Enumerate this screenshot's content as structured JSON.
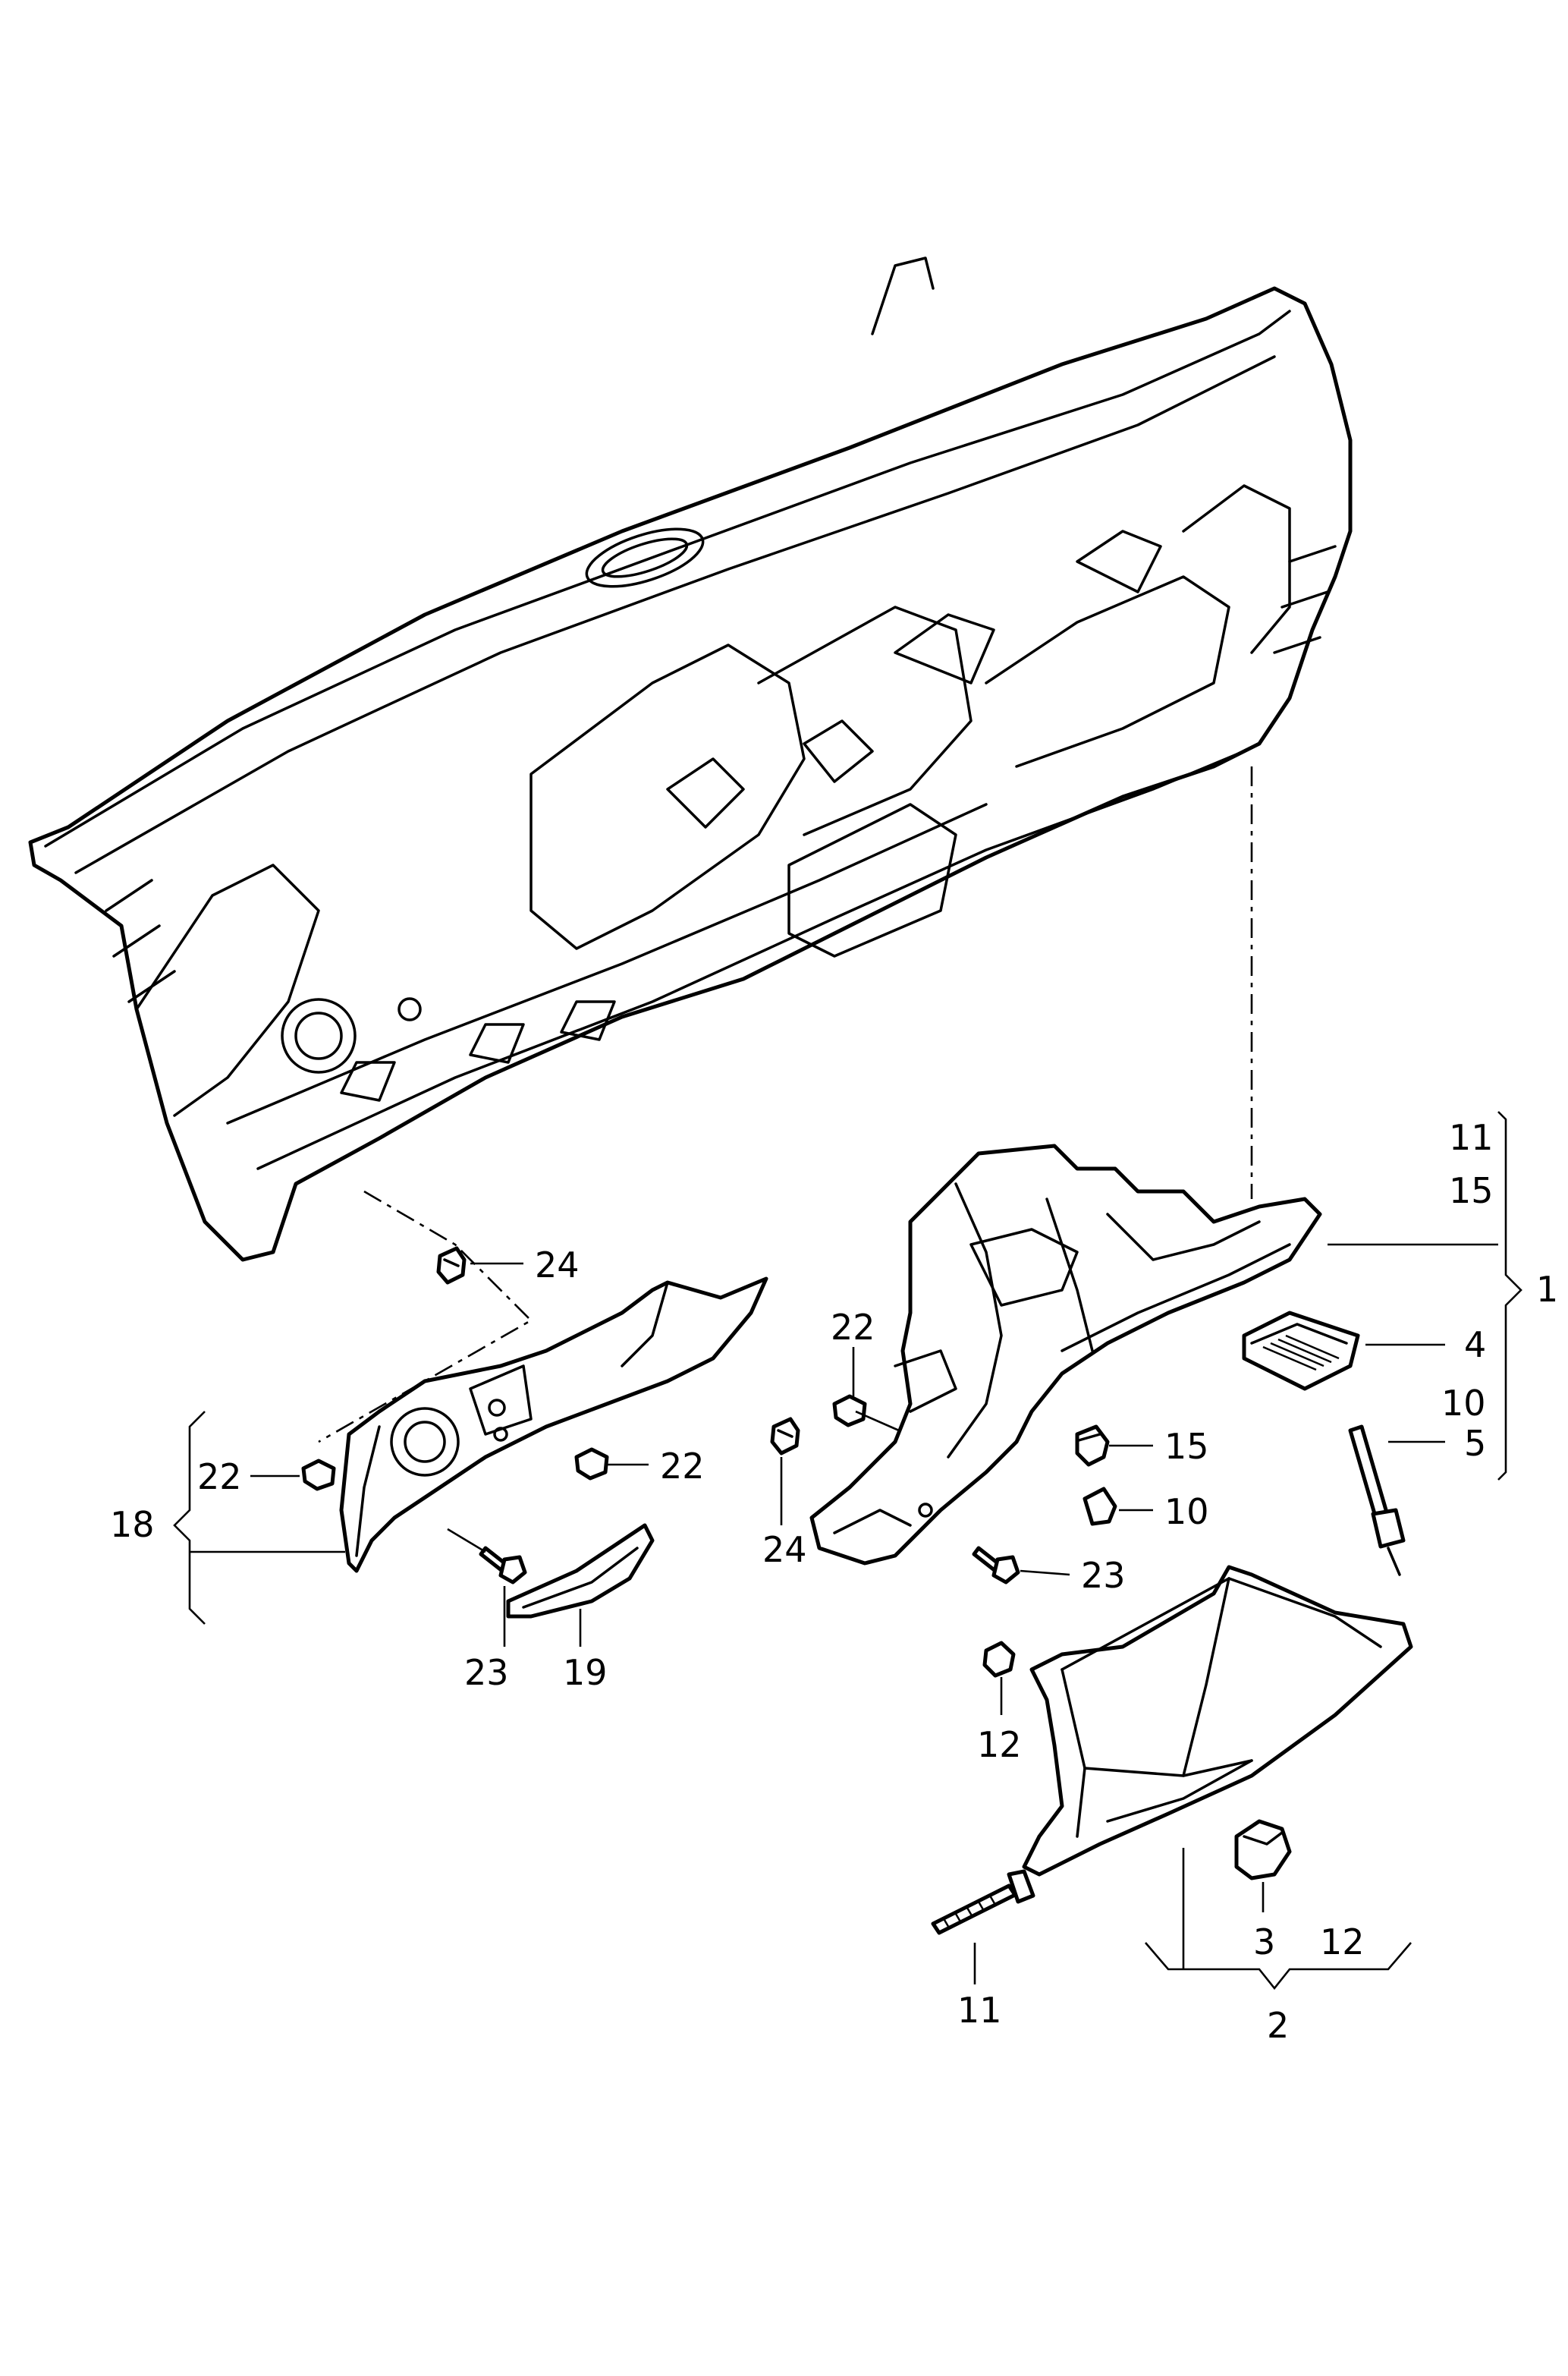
{
  "diagram": {
    "type": "exploded-parts-view",
    "callouts": {
      "c1": "1",
      "c2": "2",
      "c3": "3",
      "c4": "4",
      "c5": "5",
      "c10a": "10",
      "c10b": "10",
      "c11a": "11",
      "c11b": "11",
      "c12a": "12",
      "c12b": "12",
      "c15a": "15",
      "c15b": "15",
      "c18": "18",
      "c19": "19",
      "c22a": "22",
      "c22b": "22",
      "c22c": "22",
      "c23a": "23",
      "c23b": "23",
      "c24a": "24",
      "c24b": "24"
    }
  }
}
